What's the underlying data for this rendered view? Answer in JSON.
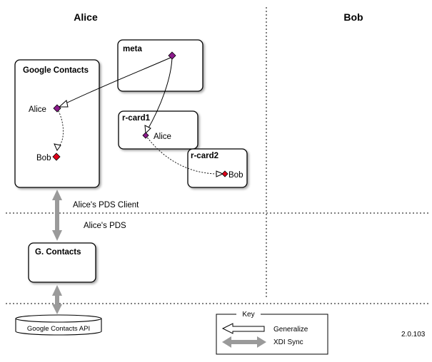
{
  "columns": {
    "left": "Alice",
    "right": "Bob"
  },
  "boxes": {
    "google_contacts": {
      "title": "Google Contacts",
      "alice": "Alice",
      "bob": "Bob"
    },
    "meta": {
      "title": "meta"
    },
    "rcard1": {
      "title": "r-card1",
      "label": "Alice"
    },
    "rcard2": {
      "title": "r-card2",
      "label": "Bob"
    },
    "g_contacts": {
      "title": "G. Contacts"
    },
    "api": {
      "title": "Google Contacts API"
    }
  },
  "zones": {
    "pds_client": "Alice's PDS Client",
    "pds": "Alice's PDS"
  },
  "key": {
    "title": "Key",
    "generalize": "Generalize",
    "xdi_sync": "XDI Sync"
  },
  "version": "2.0.103",
  "colors": {
    "purple_node": "#8B1A8B",
    "red_node": "#E0001B",
    "sync_gray": "#9a9a9a",
    "line": "#000000"
  }
}
